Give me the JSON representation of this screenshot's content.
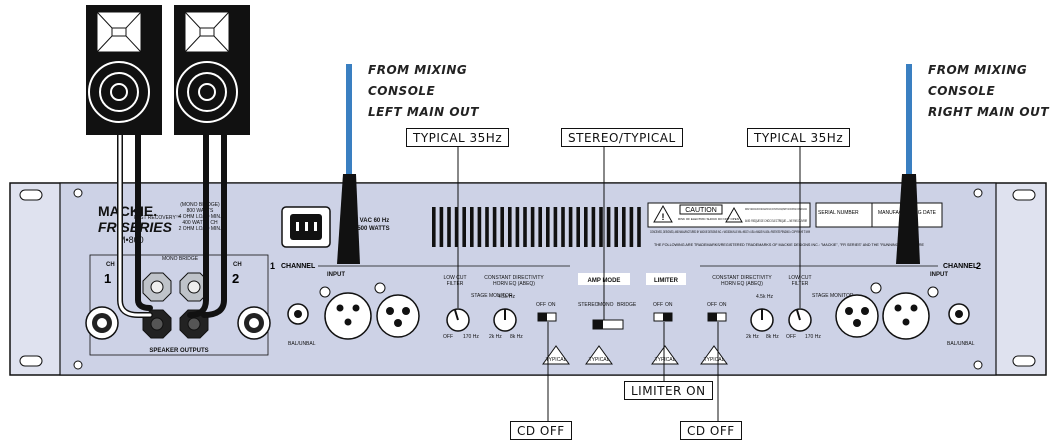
{
  "callouts": {
    "typical_35hz_left": "TYPICAL 35Hz",
    "stereo_typical": "STEREO/TYPICAL",
    "typical_35hz_right": "TYPICAL 35Hz",
    "limiter_on": "LIMITER ON",
    "cd_off_left": "CD OFF",
    "cd_off_right": "CD OFF"
  },
  "sources": {
    "left": [
      "FROM MIXING",
      "CONSOLE",
      "LEFT MAIN OUT"
    ],
    "right": [
      "FROM MIXING",
      "CONSOLE",
      "RIGHT MAIN OUT"
    ]
  },
  "panel": {
    "brand": "MACKIE.",
    "series": "FR SERIES",
    "fast_recovery": "FAST RECOVERY™",
    "model": "M•800",
    "power_specs": [
      "(MONO BRIDGE)",
      "800 WATTS",
      "4 OHM LOAD MIN.",
      "400 WATTS CH",
      "2 OHM LOAD MIN."
    ],
    "mains": [
      "120 VAC 60 Hz",
      "1500 WATTS"
    ],
    "caution": "CAUTION",
    "warning_text": "WARNING: TO REDUCE THE RISK OF FIRE OR ELECTRIC SHOCK, DO NOT EXPOSE THIS EQUIPMENT TO RAIN OR MOISTURE. DO NOT REMOVE COVER.",
    "avis": "AVIS: RISQUE DE CHOC ELECTRIQUE — NE PAS OUVRIR",
    "risk_text": "RISK OF ELECTRIC SHOCK DO NOT OPEN",
    "designed_text": "CONCEIVED, DESIGNED, AND MANUFACTURED BY MACKIE DESIGNS INC. • WOODINVILLE WA • 98072 • USA • MADE IN USA • PATENTS PENDING • COPYRIGHT ©1999",
    "trademarks": "THE FOLLOWING ARE TRADEMARKS/REGISTERED TRADEMARKS OF MACKIE DESIGNS INC.: \"MACKIE\", \"FR SERIES\" AND THE \"RUNNING MAN\" FIGURE",
    "serial_number": "SERIAL NUMBER",
    "manufacturing_date": "MANUFACTURING DATE",
    "channel_1": "CHANNEL",
    "channel_1_num": "1",
    "channel_2": "CHANNEL",
    "channel_2_num": "2",
    "input": "INPUT",
    "bal_unbal": "BAL/UNBAL",
    "low_cut_filter": [
      "LOW CUT",
      "FILTER"
    ],
    "constant_directivity": [
      "CONSTANT DIRECTIVITY",
      "HORN EQ (ABEQ)"
    ],
    "amp_mode": "AMP MODE",
    "limiter": "LIMITER",
    "stereo": "STEREO",
    "mono": "MONO",
    "bridge": "BRIDGE",
    "off": "OFF",
    "on": "ON",
    "typical": "TYPICAL",
    "mono_bridge": "MONO BRIDGE",
    "ch": "CH",
    "speaker_outputs": "SPEAKER OUTPUTS",
    "freq_off": "OFF",
    "freq_170": "170 Hz",
    "freq_45": "4.5k Hz",
    "freq_2k": "2k Hz",
    "freq_8k": "8k Hz",
    "stage_monitor": "STAGE MONITOR"
  }
}
